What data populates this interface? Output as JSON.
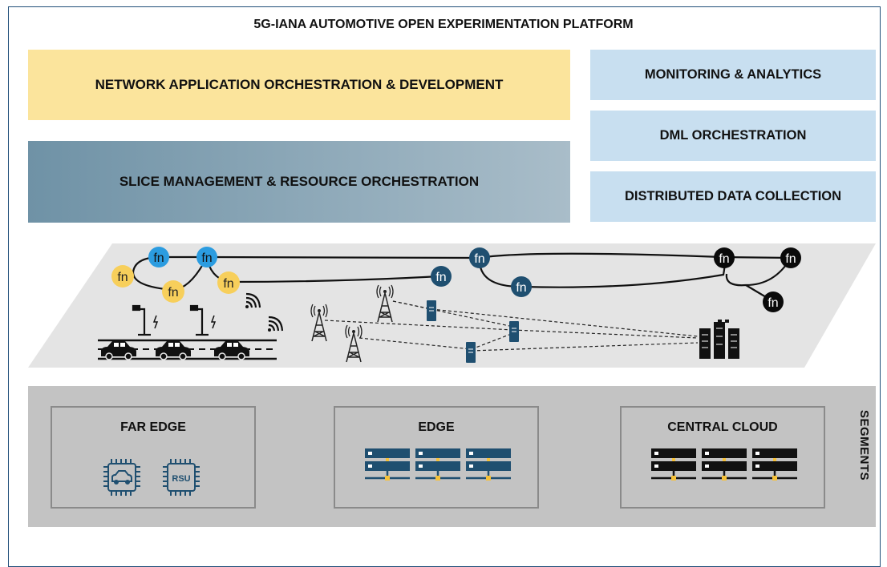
{
  "title": "5G-IANA AUTOMOTIVE OPEN EXPERIMENTATION PLATFORM",
  "layers": {
    "network_app": "NETWORK APPLICATION ORCHESTRATION & DEVELOPMENT",
    "slice_mgmt": "SLICE MANAGEMENT & RESOURCE ORCHESTRATION",
    "monitoring": "MONITORING & ANALYTICS",
    "dml": "DML ORCHESTRATION",
    "data_collection": "DISTRIBUTED DATA COLLECTION"
  },
  "function_node_label": "fn",
  "segments": {
    "label": "SEGMENTS",
    "far_edge": "FAR EDGE",
    "edge": "EDGE",
    "central_cloud": "CENTRAL CLOUD",
    "rsu_label": "RSU"
  },
  "colors": {
    "yellow": "#fbe49c",
    "steel_blue": "#7f9fb2",
    "light_blue": "#c8dff0",
    "fn_yellow": "#f7cf5b",
    "fn_bright_blue": "#2b9ce0",
    "fn_dark_blue": "#1f4f70",
    "fn_black": "#0a0a0a",
    "edge_blue": "#1f4f70"
  }
}
